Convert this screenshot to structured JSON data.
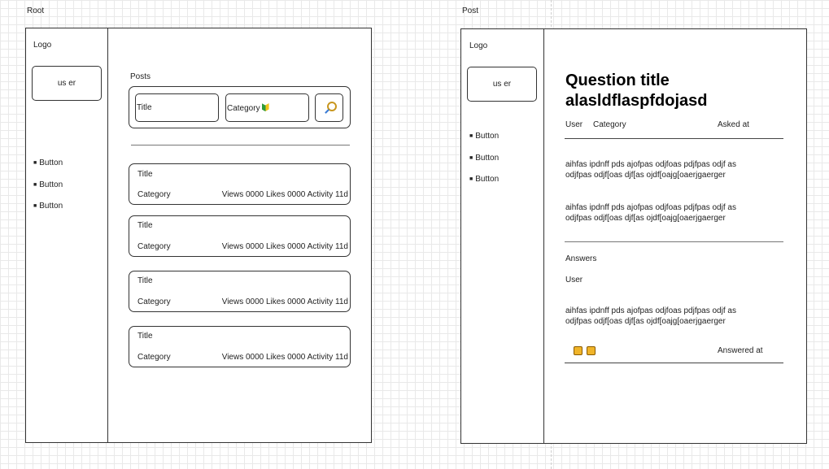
{
  "root": {
    "frame_label": "Root",
    "logo": "Logo",
    "user_button": "us er",
    "nav": [
      "Button",
      "Button",
      "Button"
    ],
    "posts_heading": "Posts",
    "search": {
      "title_field": "Title",
      "category_field": "Category",
      "category_icon": "beginner-leaf-icon",
      "search_icon": "magnifier-icon"
    },
    "posts": [
      {
        "title": "Title",
        "category": "Category",
        "stats": "Views 0000 Likes 0000 Activity 11d"
      },
      {
        "title": "Title",
        "category": "Category",
        "stats": "Views 0000 Likes 0000 Activity 11d"
      },
      {
        "title": "Title",
        "category": "Category",
        "stats": "Views 0000 Likes 0000 Activity 11d"
      },
      {
        "title": "Title",
        "category": "Category",
        "stats": "Views 0000 Likes 0000 Activity 11d"
      }
    ]
  },
  "post": {
    "frame_label": "Post",
    "logo": "Logo",
    "user_button": "us er",
    "nav": [
      "Button",
      "Button",
      "Button"
    ],
    "question_title": "Question title alasldflaspfdojasd",
    "meta_user": "User",
    "meta_category": "Category",
    "meta_asked": "Asked at",
    "body": [
      "aihfas ipdnff pds ajofpas odjfoas pdjfpas odjf as odjfpas odjf[oas djf[as ojdf[oajg[oaerjgaerger",
      "aihfas ipdnff pds ajofpas odjfoas pdjfpas odjf as odjfpas odjf[oas djf[as ojdf[oajg[oaerjgaerger"
    ],
    "answers_heading": "Answers",
    "answer": {
      "user": "User",
      "text": "aihfas ipdnff pds ajofpas odjfoas pdjfpas odjf as odjfpas odjf[oas djf[as ojdf[oajg[oaerjgaerger",
      "answered_at": "Answered at",
      "like_icon": "thumbs-up-icon",
      "dislike_icon": "thumbs-down-icon"
    }
  }
}
